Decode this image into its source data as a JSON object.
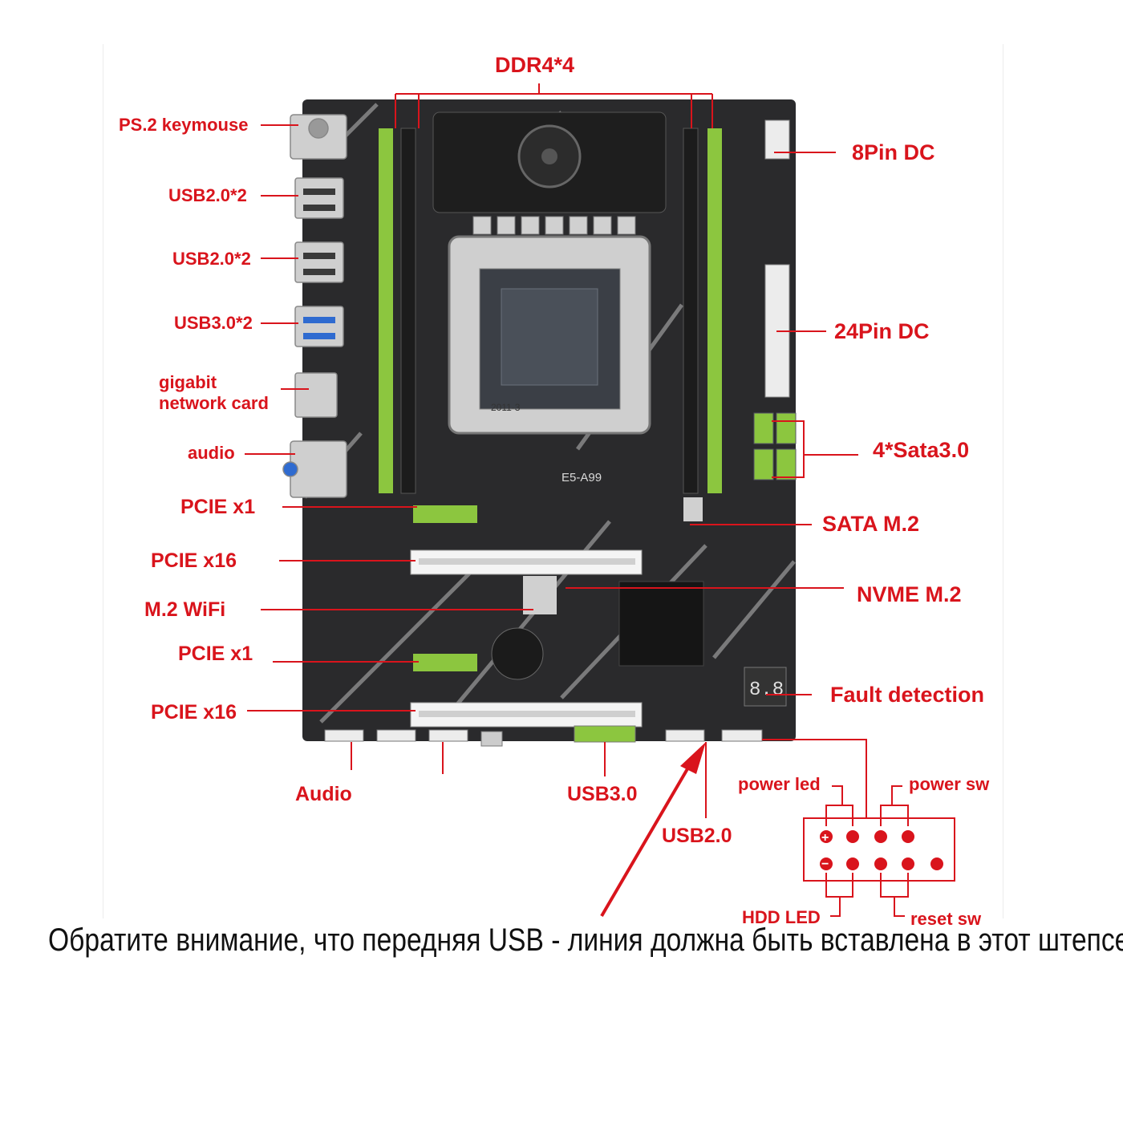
{
  "labels": {
    "ddr4": "DDR4*4",
    "ps2": "PS.2 keymouse",
    "usb20_1": "USB2.0*2",
    "usb20_2": "USB2.0*2",
    "usb30_2": "USB3.0*2",
    "gigabit": "gigabit\nnetwork card",
    "audio_rear": "audio",
    "pcie_x1_top": "PCIE x1",
    "pcie_x16_top": "PCIE x16",
    "m2_wifi": "M.2 WiFi",
    "pcie_x1_bottom": "PCIE x1",
    "pcie_x16_bottom": "PCIE x16",
    "pin8": "8Pin DC",
    "pin24": "24Pin DC",
    "sata": "4*Sata3.0",
    "sata_m2": "SATA M.2",
    "nvme_m2": "NVME M.2",
    "fault": "Fault detection",
    "audio_front": "Audio",
    "usb30_front": "USB3.0",
    "usb20_front": "USB2.0",
    "power_led": "power led",
    "power_sw": "power sw",
    "hdd_led": "HDD LED",
    "reset_sw": "reset sw"
  },
  "board": {
    "model": "E5-A99",
    "socket": "2011-3",
    "fault_display": "8.8"
  },
  "panel_pins": {
    "plus": "+",
    "minus": "−"
  },
  "note": "Обратите внимание, что передняя USB - линия должна быть вставлена в этот штепсель.",
  "colors": {
    "label": "#d9141c",
    "board": "#2a2a2c",
    "slot_green": "#8cc63f"
  }
}
